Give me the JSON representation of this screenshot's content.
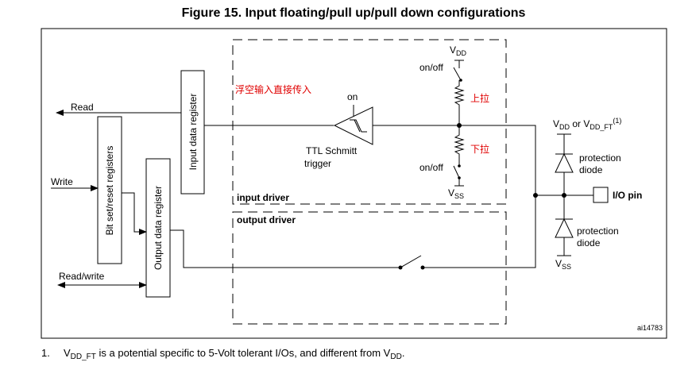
{
  "title": "Figure 15. Input floating/pull up/pull down configurations",
  "labels": {
    "read": "Read",
    "write": "Write",
    "read_write": "Read/write",
    "input_data_register": "Input data register",
    "bit_set_reset": "Bit set/reset registers",
    "output_data_register": "Output data register",
    "floating_input_note": "浮空输入直接传入",
    "on": "on",
    "ttl_line1": "TTL Schmitt",
    "ttl_line2": "trigger",
    "onoff_top": "on/off",
    "onoff_bottom": "on/off",
    "pull_up": "上拉",
    "pull_down": "下拉",
    "vdd_v": "V",
    "vdd_sub": "DD",
    "vss_v": "V",
    "vss_sub": "SS",
    "input_driver": "input driver",
    "output_driver": "output driver",
    "vddft_v1": "V",
    "vddft_sub1": "DD",
    "vddft_or": " or V",
    "vddft_sub2": "DD_FT",
    "vddft_sup": "(1)",
    "protection_diode_1a": "protection",
    "protection_diode_1b": "diode",
    "protection_diode_2a": "protection",
    "protection_diode_2b": "diode",
    "io_pin": "I/O pin",
    "pin_vss_v": "V",
    "pin_vss_sub": "SS",
    "figure_id": "ai14783"
  },
  "footnote": {
    "number": "1.",
    "v1": "V",
    "sub1": "DD_FT",
    "text": " is a potential specific to 5-Volt tolerant I/Os, and different from V",
    "sub2": "DD",
    "end": "."
  }
}
